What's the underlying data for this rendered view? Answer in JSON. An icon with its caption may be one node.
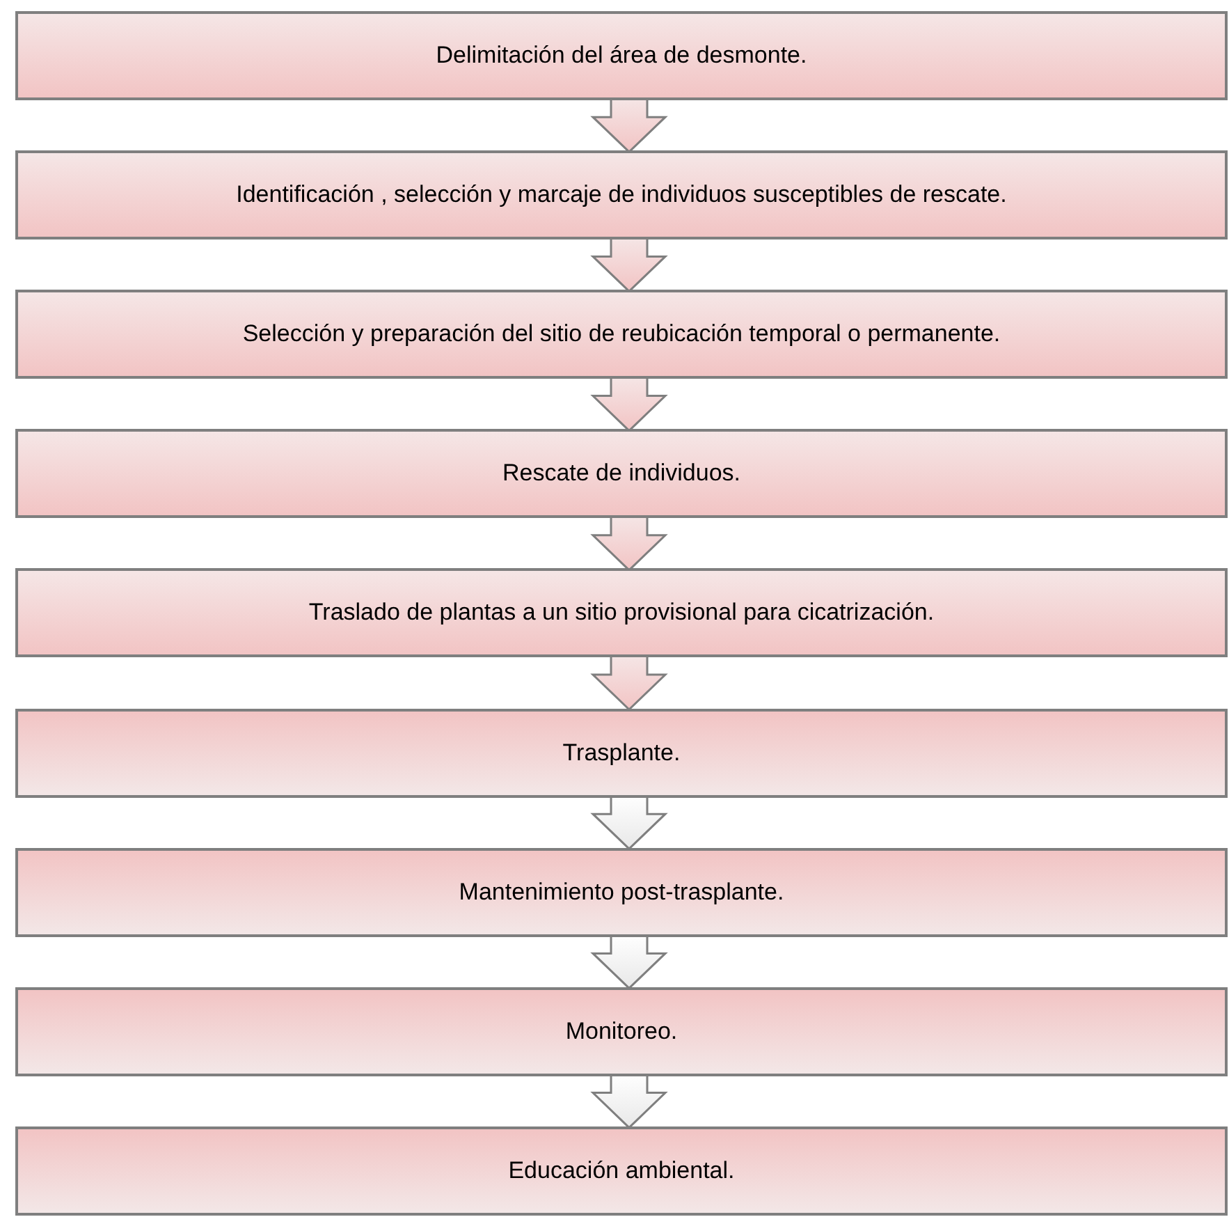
{
  "diagram": {
    "nodes": [
      {
        "text": [
          "Delimitación del área de desmonte."
        ]
      },
      {
        "text": [
          "Identificación , selección y marcaje de individuos susceptibles de rescate."
        ]
      },
      {
        "text": [
          "Selección y preparación del sitio de reubicación temporal o permanente."
        ]
      },
      {
        "text": [
          "Rescate de individuos."
        ]
      },
      {
        "text": [
          "Traslado de plantas a un sitio provisional para cicatrización."
        ]
      },
      {
        "text": [
          "Trasplante."
        ]
      },
      {
        "text": [
          "Mantenimiento post-trasplante."
        ]
      },
      {
        "text": [
          "Monitoreo."
        ]
      },
      {
        "text": [
          "Educación ambiental."
        ]
      }
    ],
    "edges": [
      {
        "from": 0,
        "to": 1,
        "arrow": "to"
      },
      {
        "from": 1,
        "to": 2,
        "arrow": "to"
      },
      {
        "from": 2,
        "to": 3,
        "arrow": "to"
      },
      {
        "from": 3,
        "to": 4,
        "arrow": "to"
      },
      {
        "from": 4,
        "to": 5,
        "arrow": "to"
      },
      {
        "from": 5,
        "to": 6,
        "arrow": "to"
      },
      {
        "from": 6,
        "to": 7,
        "arrow": "to"
      },
      {
        "from": 7,
        "to": 8,
        "arrow": "to"
      }
    ]
  }
}
